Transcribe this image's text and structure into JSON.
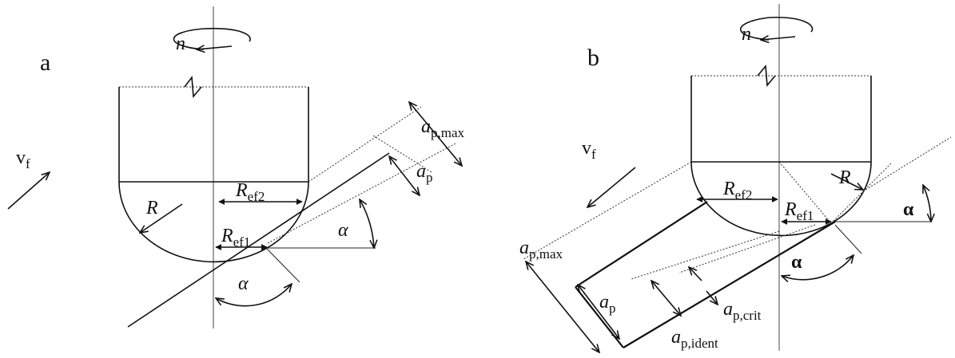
{
  "panels": [
    {
      "id": "a",
      "label": "a",
      "rotation": "n",
      "feed_main": "v",
      "feed_sub": "f",
      "radius": "R",
      "r_ef2_main": "R",
      "r_ef2_sub": "ef2",
      "r_ef1_main": "R",
      "r_ef1_sub": "ef1",
      "angle1": "α",
      "angle2": "α",
      "ap_max_main": "a",
      "ap_max_sub": "p,max",
      "ap_main": "a",
      "ap_sub": "p"
    },
    {
      "id": "b",
      "label": "b",
      "rotation": "n",
      "feed_main": "v",
      "feed_sub": "f",
      "radius": "R",
      "r_ef2_main": "R",
      "r_ef2_sub": "ef2",
      "r_ef1_main": "R",
      "r_ef1_sub": "ef1",
      "angle1": "α",
      "angle2": "α",
      "ap_max_main": "a",
      "ap_max_sub": "p,max",
      "ap_main": "a",
      "ap_sub": "p",
      "ap_ident_main": "a",
      "ap_ident_sub": "p,ident",
      "ap_crit_main": "a",
      "ap_crit_sub": "p,crit"
    }
  ]
}
